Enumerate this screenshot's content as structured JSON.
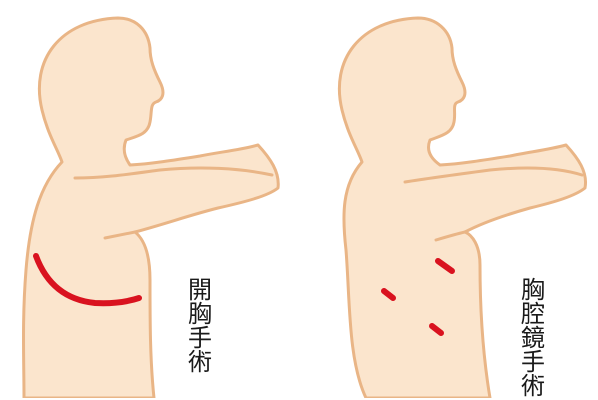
{
  "panels": [
    {
      "label_chars": [
        "開",
        "胸",
        "手",
        "術"
      ]
    },
    {
      "label_chars": [
        "胸",
        "腔",
        "鏡",
        "手",
        "術"
      ]
    }
  ],
  "colors": {
    "skin": "#fbe5cd",
    "outline": "#e9b586",
    "incision": "#d9121f",
    "text": "#1a1a1a"
  }
}
